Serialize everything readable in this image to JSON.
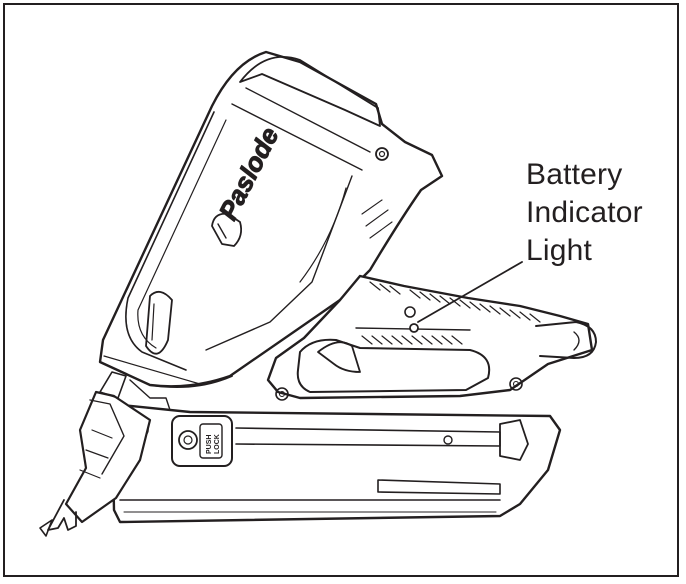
{
  "brand_logo_text": "Paslode",
  "callout": {
    "line1": "Battery",
    "line2": "Indicator",
    "line3": "Light"
  },
  "push_lock": {
    "line1": "PUSH",
    "line2": "LOCK"
  },
  "colors": {
    "ink": "#231f20",
    "paper": "#ffffff"
  }
}
